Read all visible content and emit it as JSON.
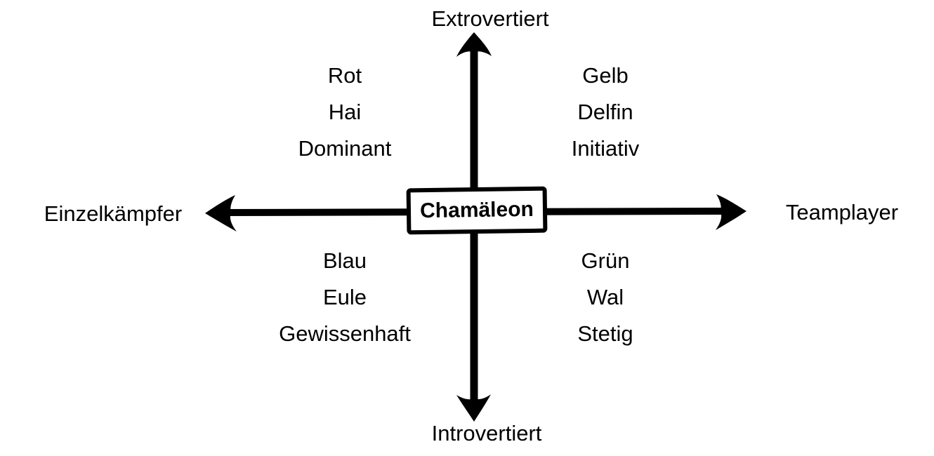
{
  "diagram": {
    "center_label": "Chamäleon",
    "axis_labels": {
      "top": "Extrovertiert",
      "bottom": "Introvertiert",
      "left": "Einzelkämpfer",
      "right": "Teamplayer"
    },
    "quadrants": {
      "top_left": {
        "lines": [
          "Rot",
          "Hai",
          "Dominant"
        ]
      },
      "top_right": {
        "lines": [
          "Gelb",
          "Delfin",
          "Initiativ"
        ]
      },
      "bottom_left": {
        "lines": [
          "Blau",
          "Eule",
          "Gewissenhaft"
        ]
      },
      "bottom_right": {
        "lines": [
          "Grün",
          "Wal",
          "Stetig"
        ]
      }
    },
    "colors": {
      "ink": "#000000",
      "background": "#ffffff"
    }
  }
}
